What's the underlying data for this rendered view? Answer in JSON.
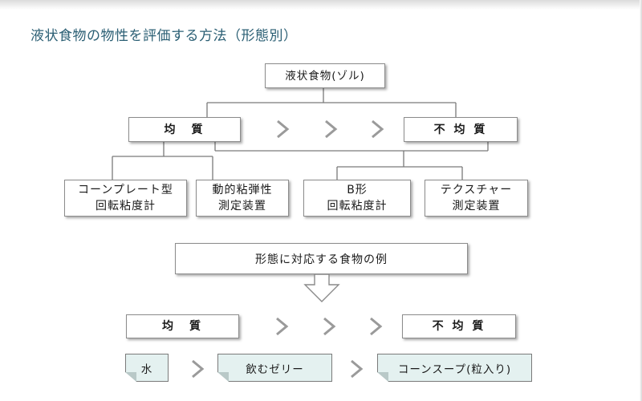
{
  "title": "液状食物の物性を評価する方法（形態別）",
  "root": "液状食物(ゾル)",
  "homogeneous": "均　質",
  "heterogeneous": "不 均 質",
  "methods": [
    "コーンプレート型\n回転粘度計",
    "動的粘弾性\n測定装置",
    "B形\n回転粘度計",
    "テクスチャー\n測定装置"
  ],
  "examples_header": "形態に対応する食物の例",
  "examples_row": {
    "left": "均　質",
    "right": "不 均 質"
  },
  "examples": [
    "水",
    "飲むゼリー",
    "コーンスープ(粒入り)"
  ],
  "colors": {
    "title": "#2b5f74",
    "note_fill": "#e4f1f0",
    "line": "#7a7a7a",
    "chevron": "#9a9a9a"
  }
}
